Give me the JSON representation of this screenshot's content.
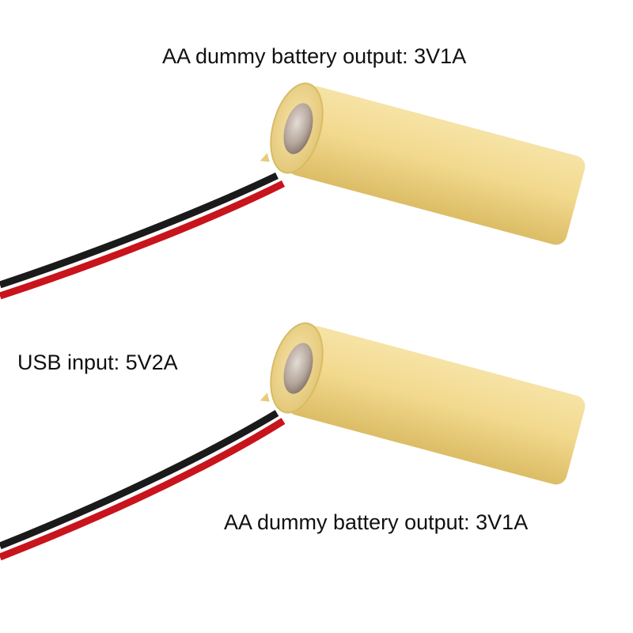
{
  "labels": {
    "top_output": "AA dummy battery output: 3V1A",
    "usb_input": "USB input: 5V2A",
    "bottom_output": "AA dummy battery output: 3V1A"
  },
  "colors": {
    "battery_body": "#f2d98e",
    "battery_shade": "#d9bb62",
    "terminal": "#b8aaa0",
    "wire_red": "#c8141c",
    "wire_black": "#1a1a1a"
  }
}
